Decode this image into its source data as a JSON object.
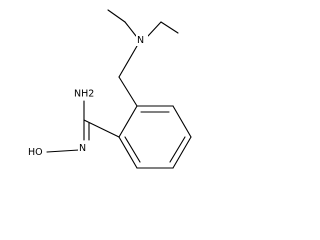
{
  "molecule": {
    "atoms": {
      "amine_nitrogen": "N",
      "amidine_nh2": "NH2",
      "oxime_nitrogen": "N",
      "hydroxyl": "HO"
    }
  }
}
